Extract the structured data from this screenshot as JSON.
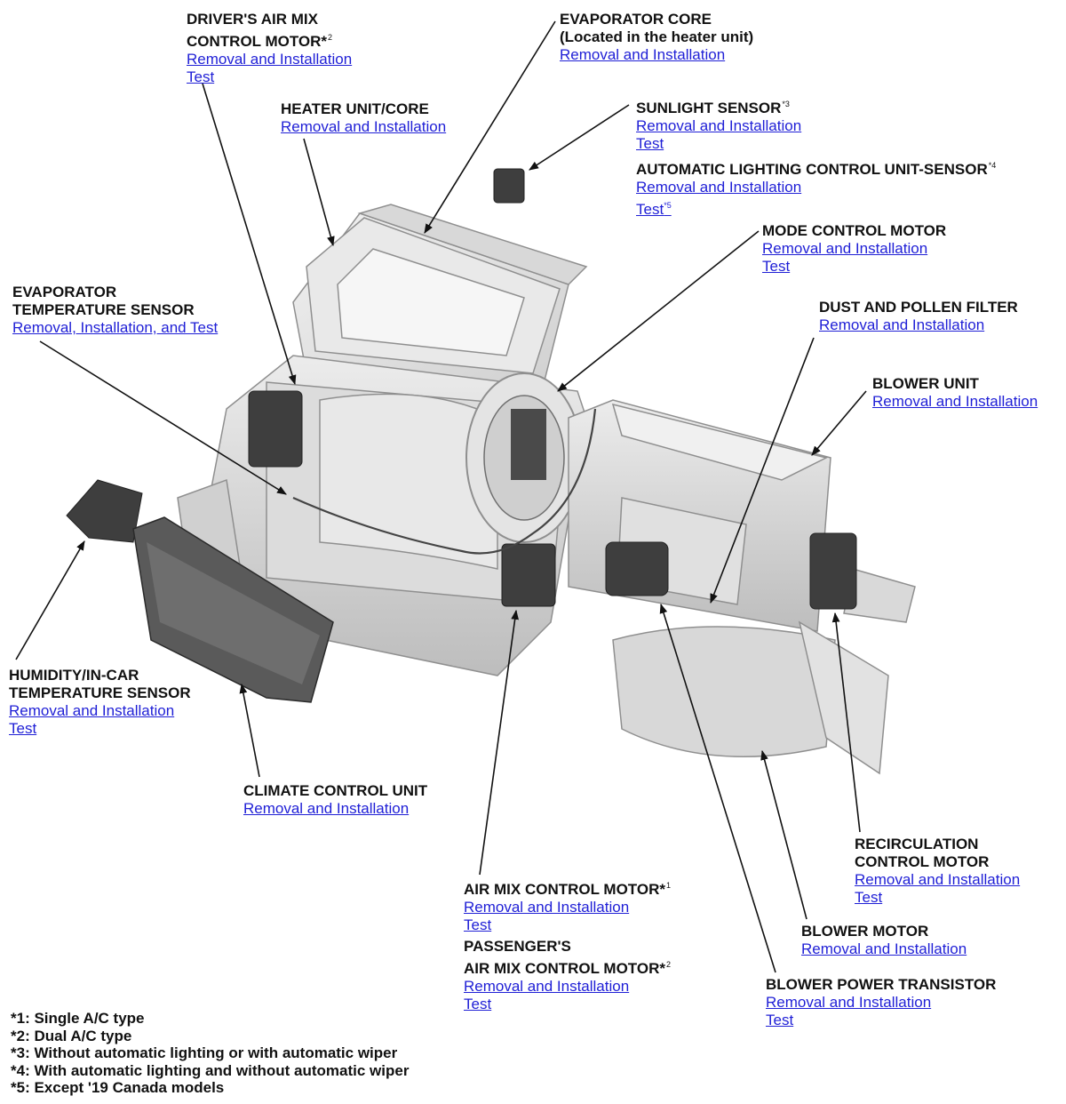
{
  "callouts": {
    "drivers_mix": {
      "title_l1": "DRIVER'S AIR MIX",
      "title_l2": "CONTROL MOTOR*",
      "title_sup": "2",
      "link1": "Removal and Installation",
      "link2": "Test"
    },
    "evaporator_core": {
      "title_l1": "EVAPORATOR CORE",
      "title_l2": "(Located in the heater unit)",
      "link1": "Removal and Installation"
    },
    "heater_unit": {
      "title_l1": "HEATER UNIT/CORE",
      "link1": "Removal and Installation"
    },
    "sunlight_sensor": {
      "title_l1": "SUNLIGHT SENSOR",
      "title_sup": "*3",
      "link1": "Removal and Installation",
      "link2": "Test"
    },
    "auto_lighting": {
      "title_l1": "AUTOMATIC LIGHTING CONTROL UNIT-SENSOR",
      "title_sup": "*4",
      "link1": "Removal and Installation",
      "link2": "Test",
      "link2_sup": "*5"
    },
    "mode_motor": {
      "title_l1": "MODE CONTROL MOTOR",
      "link1": "Removal and Installation",
      "link2": "Test"
    },
    "evap_temp_sensor": {
      "title_l1": "EVAPORATOR",
      "title_l2": "TEMPERATURE SENSOR",
      "link1": "Removal, Installation, and Test"
    },
    "dust_filter": {
      "title_l1": "DUST AND POLLEN FILTER",
      "link1": "Removal and Installation"
    },
    "blower_unit": {
      "title_l1": "BLOWER UNIT",
      "link1": "Removal and Installation"
    },
    "humidity_sensor": {
      "title_l1": "HUMIDITY/IN-CAR",
      "title_l2": "TEMPERATURE SENSOR",
      "link1": "Removal and Installation",
      "link2": "Test"
    },
    "climate_unit": {
      "title_l1": "CLIMATE CONTROL UNIT",
      "link1": "Removal and Installation"
    },
    "air_mix_motor": {
      "title_l1": "AIR MIX CONTROL MOTOR*",
      "title_sup": "1",
      "link1": "Removal and Installation",
      "link2": "Test"
    },
    "passenger_mix": {
      "title_l1": "PASSENGER'S",
      "title_l2": "AIR MIX CONTROL MOTOR*",
      "title_sup": "2",
      "link1": "Removal and Installation",
      "link2": "Test"
    },
    "recirc_motor": {
      "title_l1": "RECIRCULATION",
      "title_l2": "CONTROL MOTOR",
      "link1": "Removal and Installation",
      "link2": "Test"
    },
    "blower_motor": {
      "title_l1": "BLOWER MOTOR",
      "link1": "Removal and Installation"
    },
    "blower_transistor": {
      "title_l1": "BLOWER POWER TRANSISTOR",
      "link1": "Removal and Installation",
      "link2": "Test"
    }
  },
  "footnotes": [
    "*1: Single A/C type",
    "*2: Dual A/C type",
    "*3: Without automatic lighting or with automatic wiper",
    "*4: With automatic lighting and without automatic wiper",
    "*5: Except '19 Canada models"
  ],
  "colors": {
    "link": "#1f1fd6",
    "text": "#111111",
    "part_fill": "#e6e6e6",
    "part_stroke": "#9a9a9a",
    "dark_part": "#3a3a3a"
  }
}
